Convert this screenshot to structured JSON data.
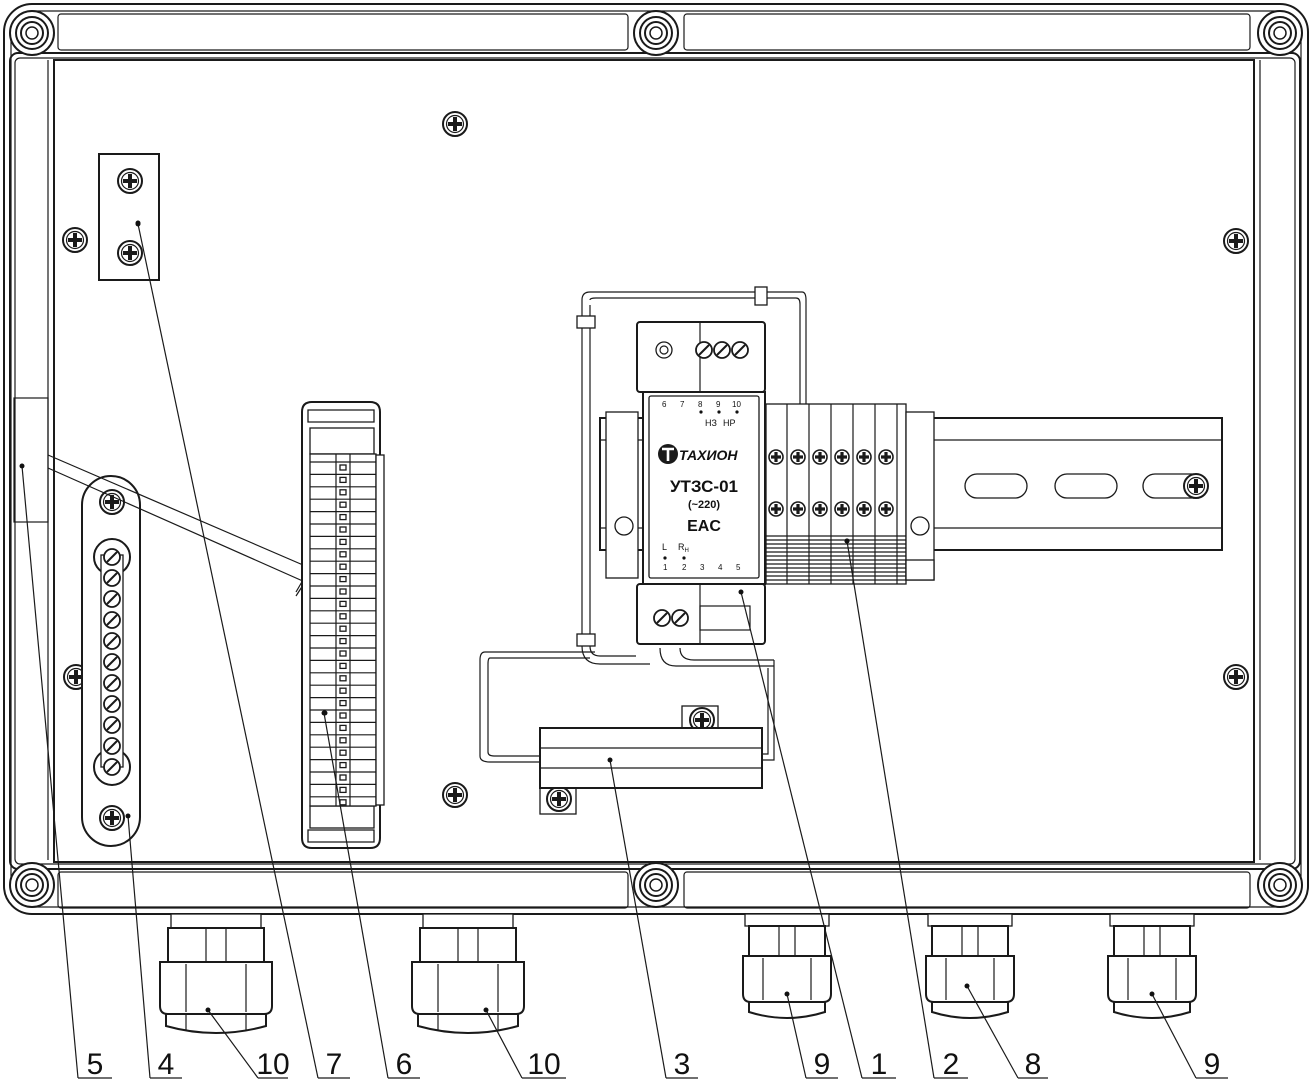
{
  "device": {
    "brand": "ТАХИОН",
    "model": "УТЗС-01",
    "voltage": "(~220)",
    "cert_mark": "EAC",
    "top_terminals": [
      "6",
      "7",
      "8",
      "9",
      "10"
    ],
    "top_labels": [
      "НЗ",
      "НР"
    ],
    "bottom_terminals": [
      "1",
      "2",
      "3",
      "4",
      "5"
    ],
    "bottom_label_l": "L",
    "bottom_label_r": "R",
    "bottom_label_r_sub": "Н"
  },
  "callouts": [
    "5",
    "4",
    "10",
    "7",
    "6",
    "10",
    "3",
    "9",
    "1",
    "2",
    "8",
    "9"
  ]
}
